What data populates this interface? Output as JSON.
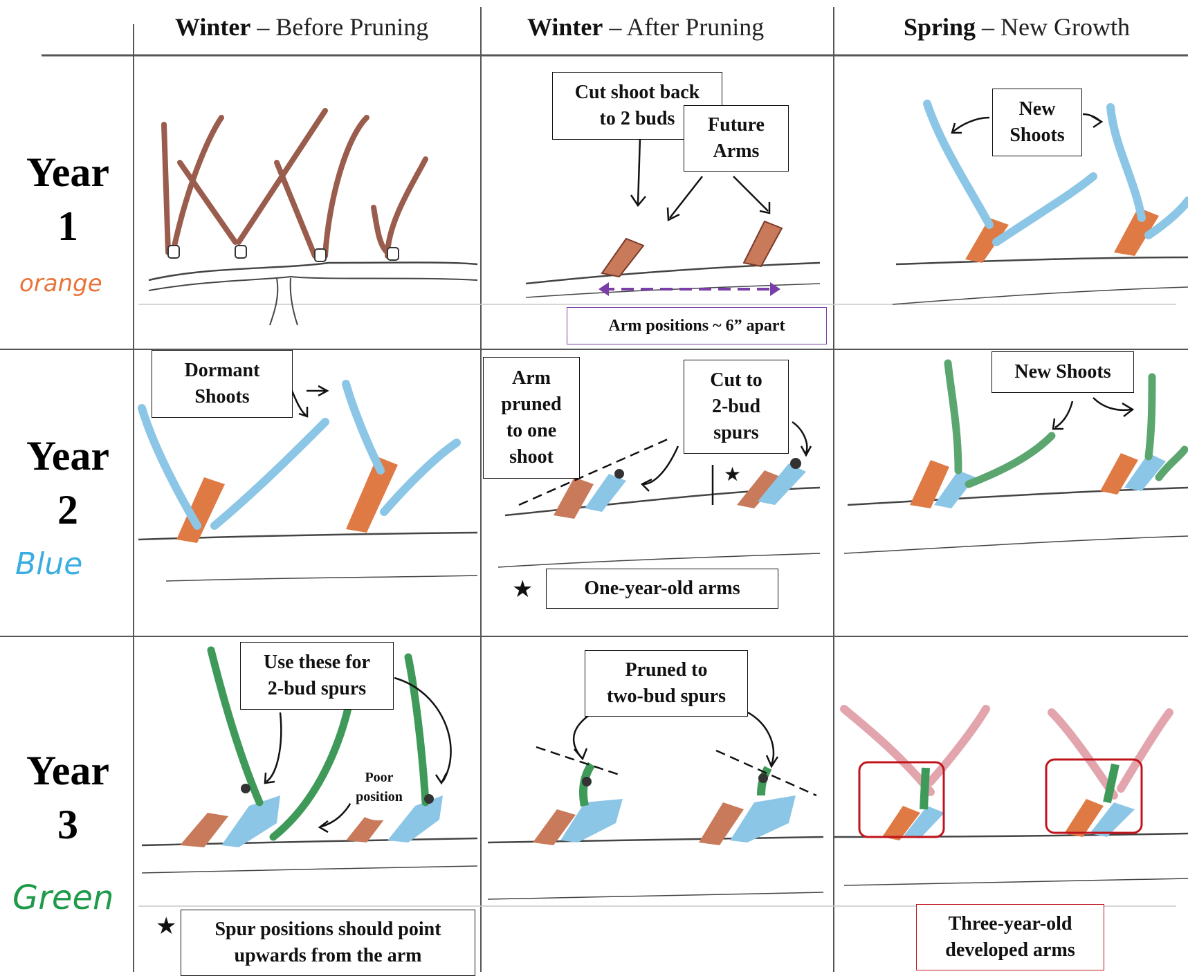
{
  "headers": {
    "col1": {
      "bold": "Winter",
      "rest": " – Before Pruning"
    },
    "col2": {
      "bold": "Winter",
      "rest": " – After Pruning"
    },
    "col3": {
      "bold": "Spring",
      "rest": " – New Growth"
    }
  },
  "rows": [
    {
      "year": "Year\n1",
      "color_word": "orange",
      "color": "#e8743b"
    },
    {
      "year": "Year\n2",
      "color_word": "Blue",
      "color": "#3aaee0"
    },
    {
      "year": "Year\n3",
      "color_word": "Green",
      "color": "#1f9a4a"
    }
  ],
  "labels": {
    "cut_back": "Cut shoot back\nto 2 buds",
    "future_arms": "Future\nArms",
    "new_shoots_1": "New\nShoots",
    "arm_positions": "Arm positions ~ 6” apart",
    "dormant_shoots": "Dormant\nShoots",
    "arm_pruned": "Arm\npruned\nto one\nshoot",
    "cut_to_spurs": "Cut to\n2-bud\nspurs",
    "new_shoots_2": "New Shoots",
    "one_year_old": "One-year-old arms",
    "use_these": "Use these for\n2-bud spurs",
    "poor_position": "Poor\nposition",
    "pruned_to": "Pruned to\ntwo-bud spurs",
    "spur_positions": "Spur positions should point\nupwards from the arm",
    "three_year_old": "Three-year-old\ndeveloped arms",
    "star": "★"
  },
  "colors": {
    "orange_wood": "#e07a45",
    "blue_shoot": "#8cc6e6",
    "green_shoot": "#3f9a5a",
    "pink_shoot": "#e3a5ad",
    "brown_cane": "#9a5c4c",
    "purple_arrow": "#7a3fa6",
    "red_box": "#c0141c"
  }
}
